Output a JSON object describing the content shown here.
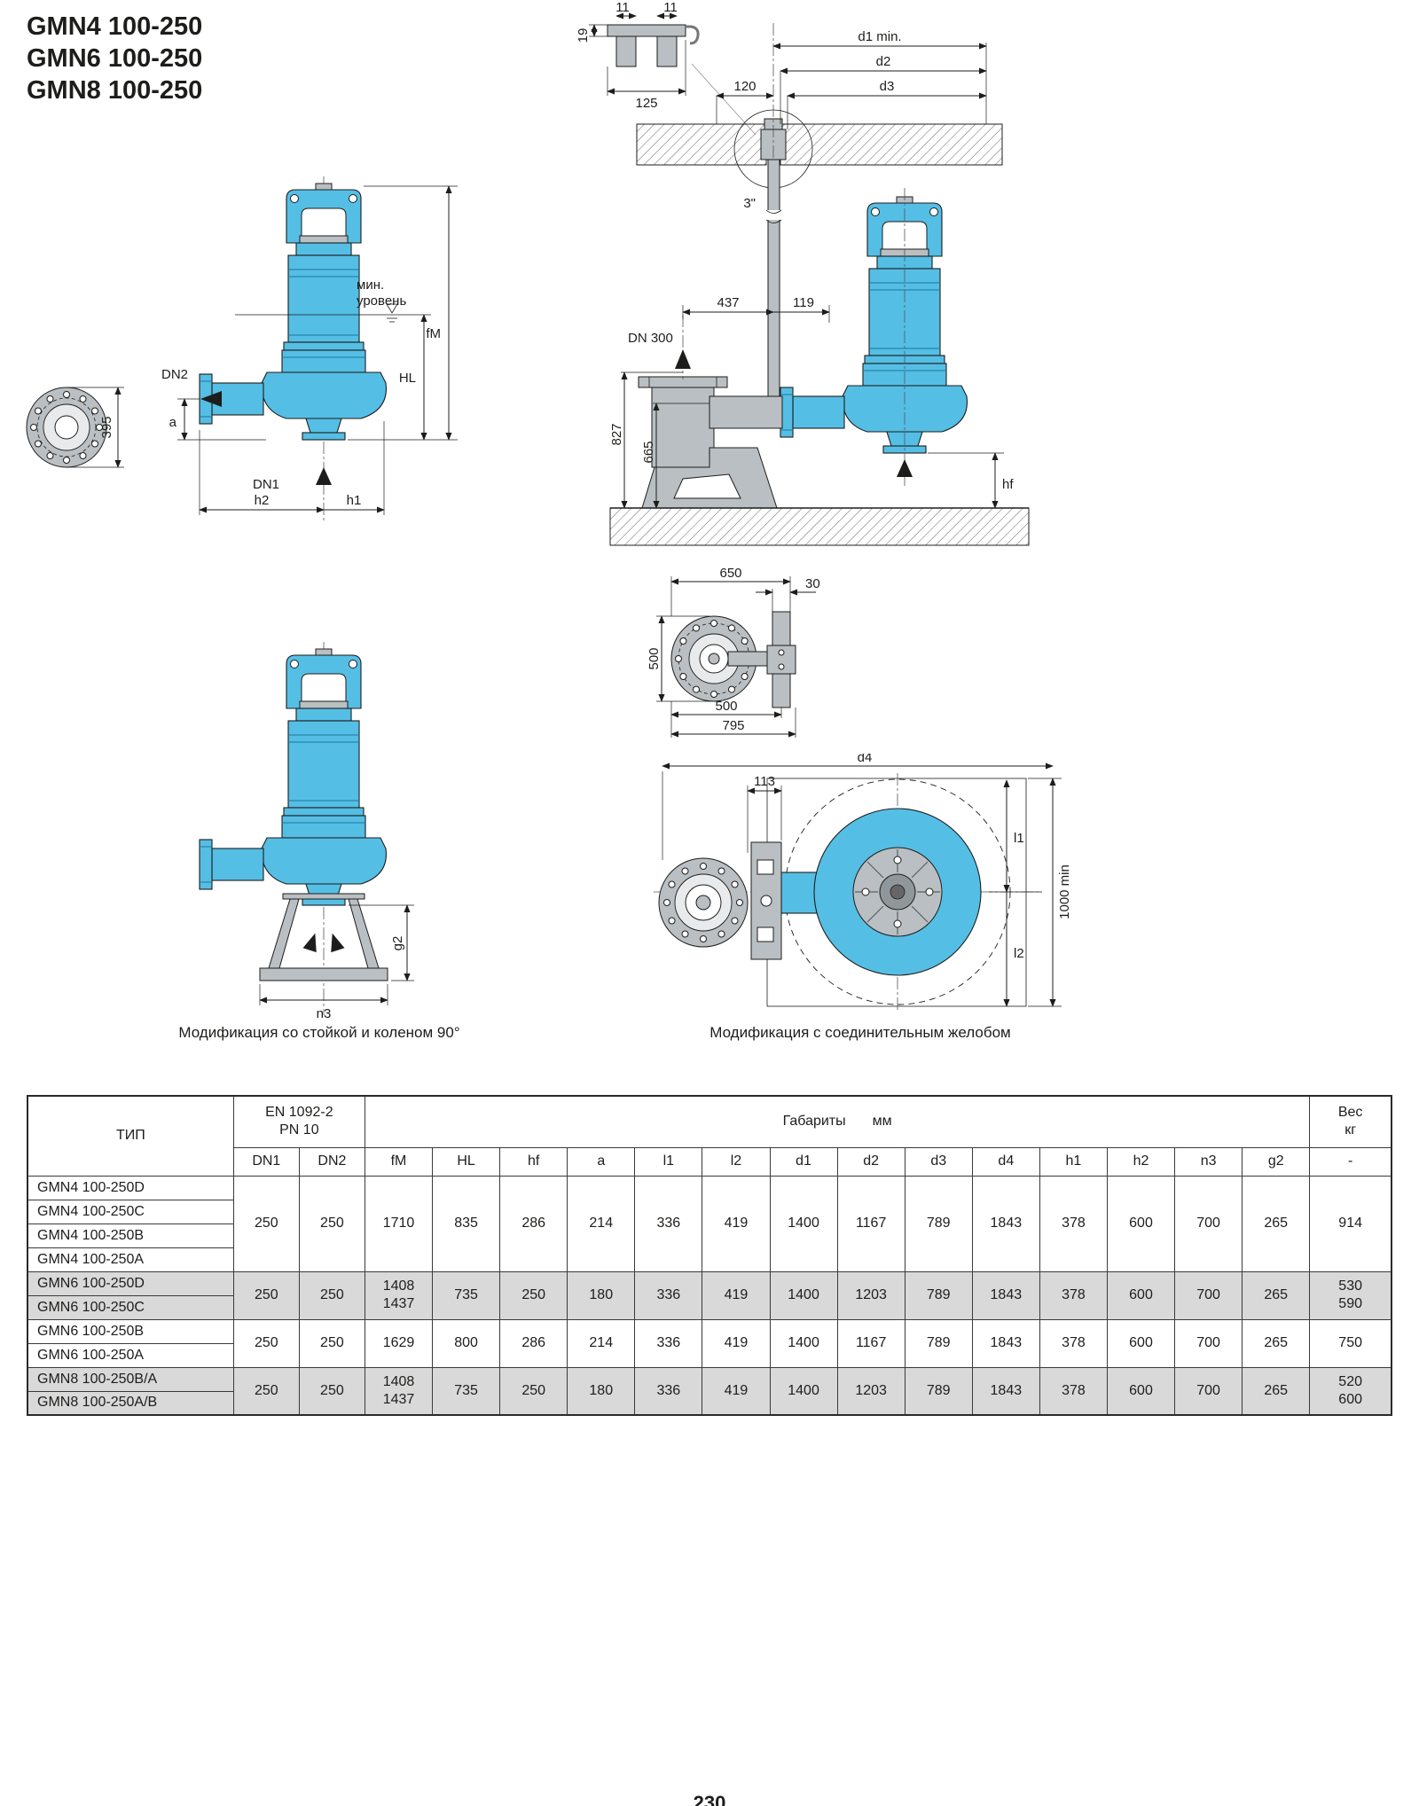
{
  "colors": {
    "pump_blue": "#55bee5",
    "metal_gray": "#b9bfc2",
    "row_shade": "#d9d9d9"
  },
  "titles": [
    "GMN4 100-250",
    "GMN6 100-250",
    "GMN8 100-250"
  ],
  "captions": {
    "left": "Модификация со стойкой и коленом 90°",
    "right": "Модификация с соединительным желобом"
  },
  "page_number": "230",
  "flange_view": {
    "d395": "395"
  },
  "side_view": {
    "min_level_line1": "мин.",
    "min_level_line2": "уровень",
    "fm": "fM",
    "hl": "HL",
    "dn2": "DN2",
    "a": "a",
    "dn1": "DN1",
    "h2": "h2",
    "h1": "h1"
  },
  "install_view": {
    "d11a": "11",
    "d11b": "11",
    "d19": "19",
    "d125": "125",
    "d120": "120",
    "d1min": "d1 min.",
    "d2": "d2",
    "d3": "d3",
    "thread": "3\"",
    "d437": "437",
    "d119": "119",
    "dn300": "DN 300",
    "d827": "827",
    "d665": "665",
    "hf": "hf"
  },
  "bracket_view": {
    "d650": "650",
    "d30": "30",
    "d500v": "500",
    "d500h": "500",
    "d795": "795"
  },
  "stand_view": {
    "g2": "g2",
    "n3": "n3"
  },
  "top_view": {
    "d4": "d4",
    "d113": "113",
    "l1": "l1",
    "l2": "l2",
    "d1000": "1000 min"
  },
  "table": {
    "h_tip": "ТИП",
    "h_en": "EN 1092-2",
    "h_pn": "PN 10",
    "h_gab": "Габариты",
    "h_mm": "мм",
    "h_ves": "Вес",
    "h_kg": "кг",
    "h_dash": "-",
    "col_labels": [
      "DN1",
      "DN2",
      "fM",
      "HL",
      "hf",
      "a",
      "l1",
      "l2",
      "d1",
      "d2",
      "d3",
      "d4",
      "h1",
      "h2",
      "n3",
      "g2"
    ],
    "g1": {
      "types": [
        "GMN4 100-250D",
        "GMN4 100-250C",
        "GMN4 100-250B",
        "GMN4 100-250A"
      ],
      "vals": {
        "dn1": "250",
        "dn2": "250",
        "fm": "1710",
        "hl": "835",
        "hf": "286",
        "a": "214",
        "l1": "336",
        "l2": "419",
        "d1": "1400",
        "d2": "1167",
        "d3": "789",
        "d4": "1843",
        "h1": "378",
        "h2": "600",
        "n3": "700",
        "g2": "265"
      },
      "weight": "914"
    },
    "g2": {
      "types": [
        "GMN6 100-250D",
        "GMN6 100-250C"
      ],
      "vals": {
        "dn1": "250",
        "dn2": "250",
        "fm1": "1408",
        "fm2": "1437",
        "hl": "735",
        "hf": "250",
        "a": "180",
        "l1": "336",
        "l2": "419",
        "d1": "1400",
        "d2": "1203",
        "d3": "789",
        "d4": "1843",
        "h1": "378",
        "h2": "600",
        "n3": "700",
        "g2": "265"
      },
      "weight1": "530",
      "weight2": "590"
    },
    "g3": {
      "types": [
        "GMN6 100-250B",
        "GMN6 100-250A"
      ],
      "vals": {
        "dn1": "250",
        "dn2": "250",
        "fm": "1629",
        "hl": "800",
        "hf": "286",
        "a": "214",
        "l1": "336",
        "l2": "419",
        "d1": "1400",
        "d2": "1167",
        "d3": "789",
        "d4": "1843",
        "h1": "378",
        "h2": "600",
        "n3": "700",
        "g2": "265"
      },
      "weight": "750"
    },
    "g4": {
      "types": [
        "GMN8 100-250B/A",
        "GMN8 100-250A/B"
      ],
      "vals": {
        "dn1": "250",
        "dn2": "250",
        "fm1": "1408",
        "fm2": "1437",
        "hl": "735",
        "hf": "250",
        "a": "180",
        "l1": "336",
        "l2": "419",
        "d1": "1400",
        "d2": "1203",
        "d3": "789",
        "d4": "1843",
        "h1": "378",
        "h2": "600",
        "n3": "700",
        "g2": "265"
      },
      "weight1": "520",
      "weight2": "600"
    }
  }
}
